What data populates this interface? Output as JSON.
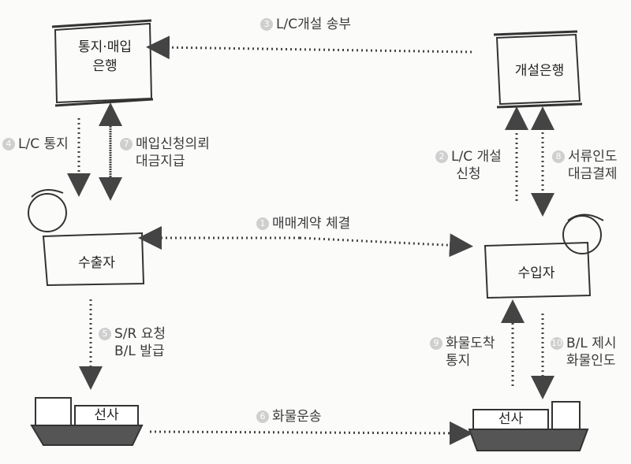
{
  "nodes": {
    "advising_bank": "통지·매입\n은행",
    "advising_bank_line1": "통지·매입",
    "advising_bank_line2": "은행",
    "issuing_bank": "개설은행",
    "exporter": "수출자",
    "importer": "수입자",
    "carrier_left": "선사",
    "carrier_right": "선사"
  },
  "steps": [
    {
      "num": "1",
      "line1": "매매계약 체결",
      "line2": ""
    },
    {
      "num": "2",
      "line1": "L/C 개설",
      "line2": "신청"
    },
    {
      "num": "3",
      "line1": "L/C개설 송부",
      "line2": ""
    },
    {
      "num": "4",
      "line1": "L/C 통지",
      "line2": ""
    },
    {
      "num": "5",
      "line1": "S/R 요청",
      "line2": "B/L 발급"
    },
    {
      "num": "6",
      "line1": "화물운송",
      "line2": ""
    },
    {
      "num": "7",
      "line1": "매입신청의뢰",
      "line2": "대금지급"
    },
    {
      "num": "8",
      "line1": "서류인도",
      "line2": "대금결제"
    },
    {
      "num": "9",
      "line1": "화물도착",
      "line2": "통지"
    },
    {
      "num": "10",
      "line1": "B/L 제시",
      "line2": "화물인도"
    }
  ]
}
